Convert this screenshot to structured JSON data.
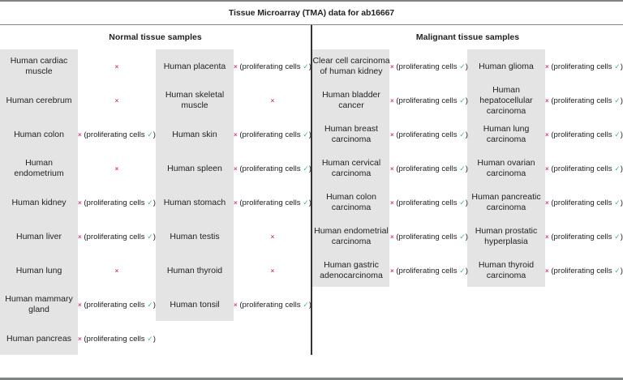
{
  "title": "Tissue Microarray (TMA) data for ab16667",
  "icons": {
    "negative": "×",
    "positive": "✓"
  },
  "colors": {
    "cross": "#d9455f",
    "check": "#3bbf7a",
    "cell_bg": "#e3e4e3"
  },
  "proliferating_label": "(proliferating cells",
  "proliferating_close": ")",
  "normal": {
    "heading": "Normal tissue samples",
    "col1": [
      {
        "name": "Human cardiac muscle",
        "proliferating": false
      },
      {
        "name": "Human cerebrum",
        "proliferating": false
      },
      {
        "name": "Human colon",
        "proliferating": true
      },
      {
        "name": "Human endometrium",
        "proliferating": false
      },
      {
        "name": "Human kidney",
        "proliferating": true
      },
      {
        "name": "Human liver",
        "proliferating": true
      },
      {
        "name": "Human lung",
        "proliferating": false
      },
      {
        "name": "Human mammary gland",
        "proliferating": true
      },
      {
        "name": "Human pancreas",
        "proliferating": true
      }
    ],
    "col2": [
      {
        "name": "Human placenta",
        "proliferating": true
      },
      {
        "name": "Human skeletal muscle",
        "proliferating": false
      },
      {
        "name": "Human skin",
        "proliferating": true
      },
      {
        "name": "Human spleen",
        "proliferating": true
      },
      {
        "name": "Human stomach",
        "proliferating": true
      },
      {
        "name": "Human testis",
        "proliferating": false
      },
      {
        "name": "Human thyroid",
        "proliferating": false
      },
      {
        "name": "Human tonsil",
        "proliferating": true
      }
    ]
  },
  "malignant": {
    "heading": "Malignant tissue samples",
    "col1": [
      {
        "name": "Clear cell carcinoma of human kidney",
        "proliferating": true
      },
      {
        "name": "Human bladder cancer",
        "proliferating": true
      },
      {
        "name": "Human breast carcinoma",
        "proliferating": true
      },
      {
        "name": "Human cervical carcinoma",
        "proliferating": true
      },
      {
        "name": "Human colon carcinoma",
        "proliferating": true
      },
      {
        "name": "Human endometrial carcinoma",
        "proliferating": true
      },
      {
        "name": "Human gastric adenocarcinoma",
        "proliferating": true
      }
    ],
    "col2": [
      {
        "name": "Human glioma",
        "proliferating": true
      },
      {
        "name": "Human hepatocellular carcinoma",
        "proliferating": true
      },
      {
        "name": "Human lung carcinoma",
        "proliferating": true
      },
      {
        "name": "Human ovarian carcinoma",
        "proliferating": true
      },
      {
        "name": "Human pancreatic carcinoma",
        "proliferating": true
      },
      {
        "name": "Human prostatic hyperplasia",
        "proliferating": true
      },
      {
        "name": "Human thyroid carcinoma",
        "proliferating": true
      }
    ]
  }
}
